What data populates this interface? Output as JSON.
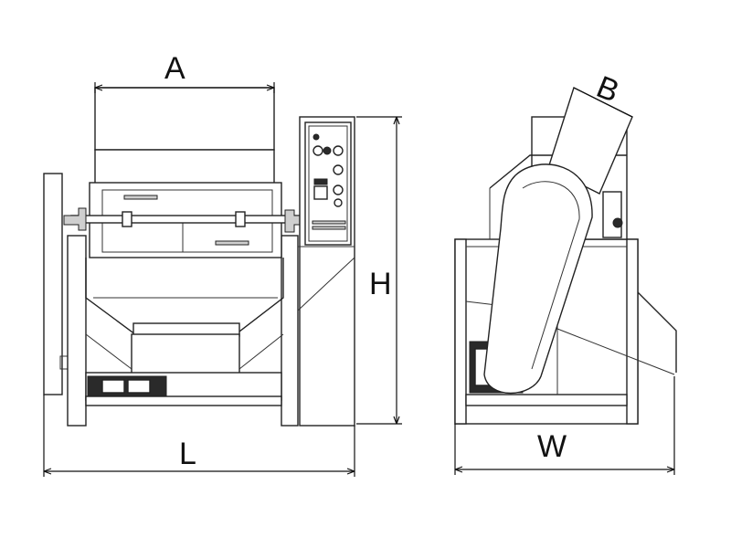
{
  "dimensions": {
    "A": "A",
    "B": "B",
    "H": "H",
    "L": "L",
    "W": "W"
  }
}
